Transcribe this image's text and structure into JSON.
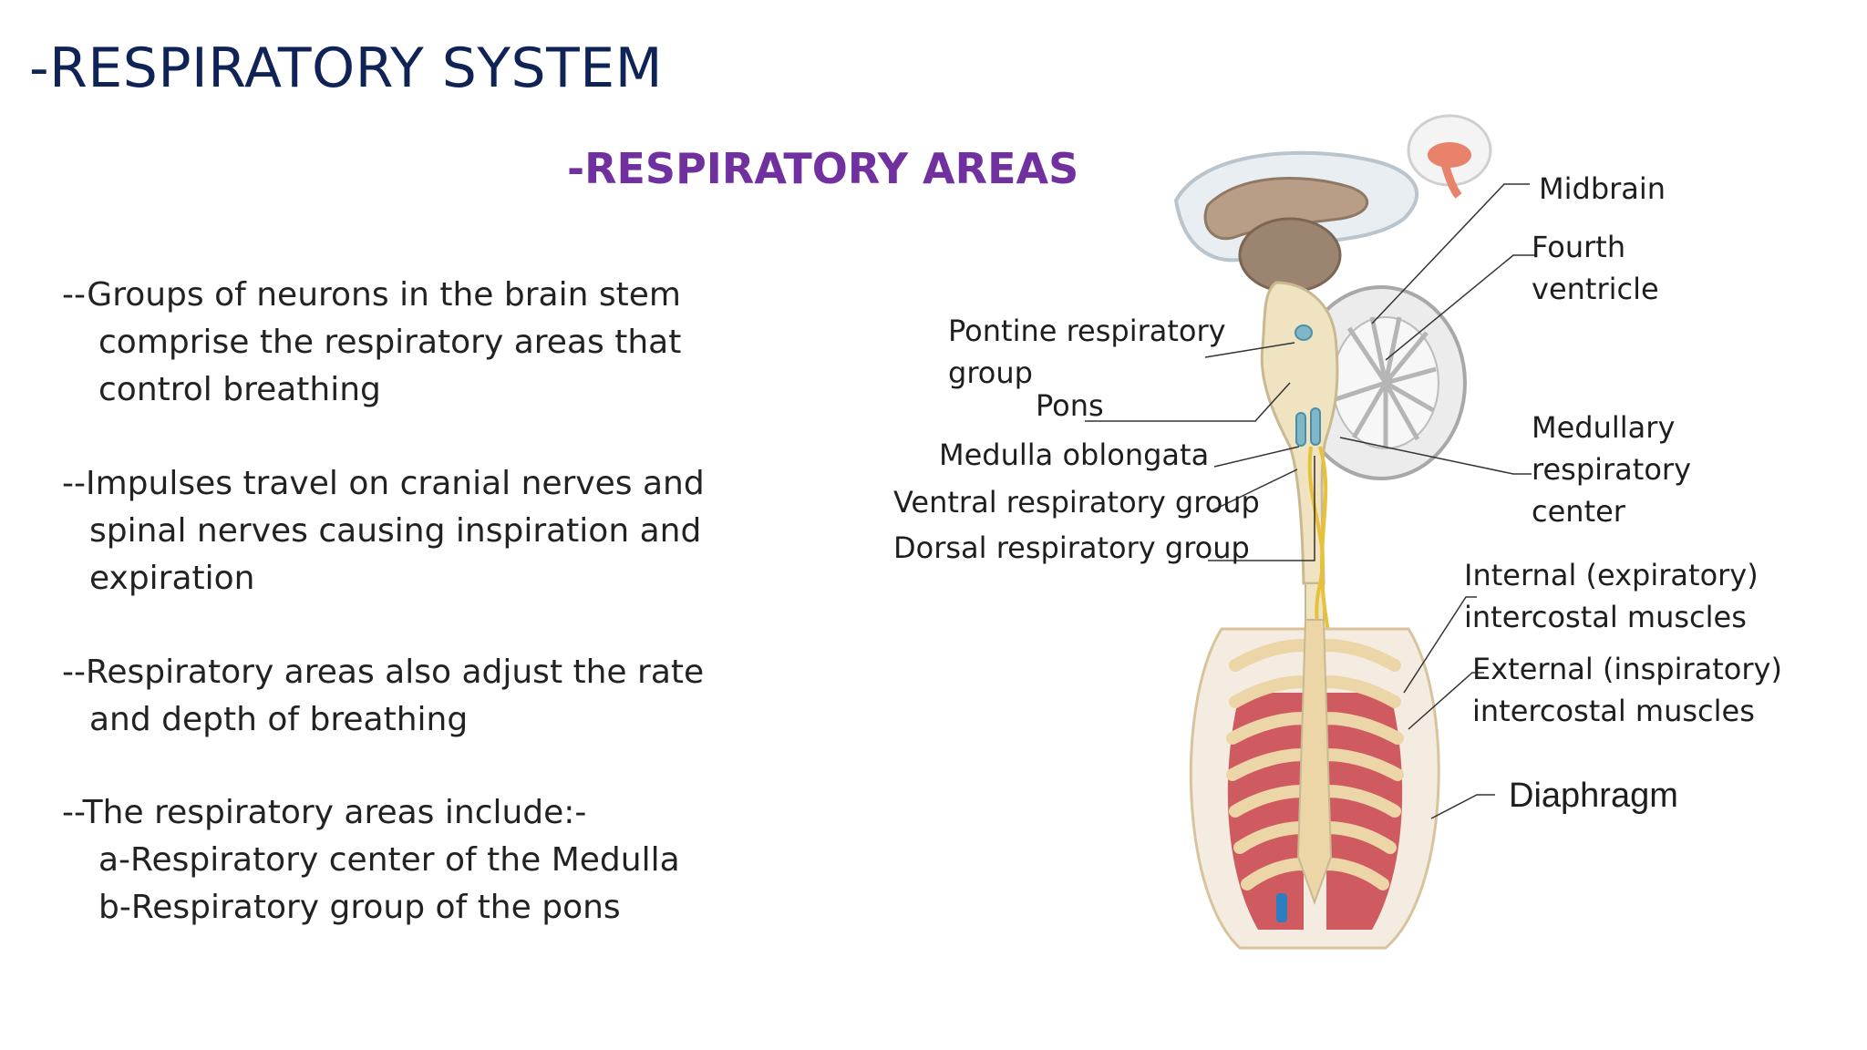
{
  "slide": {
    "title": "-RESPIRATORY SYSTEM",
    "subtitle": "-RESPIRATORY AREAS"
  },
  "body": {
    "para1": [
      "--Groups of neurons in the brain stem",
      "comprise the respiratory areas that",
      "control breathing"
    ],
    "para2": [
      "--Impulses travel on cranial nerves and",
      "spinal nerves causing inspiration and",
      "expiration"
    ],
    "para3": [
      "--Respiratory areas also adjust the rate",
      "and depth of breathing"
    ],
    "para4": [
      "--The respiratory areas include:-",
      "a-Respiratory center of the Medulla",
      "b-Respiratory group of the pons"
    ]
  },
  "figure": {
    "labels": {
      "midbrain": "Midbrain",
      "fourth_ventricle": [
        "Fourth",
        "ventricle"
      ],
      "pontine": [
        "Pontine respiratory",
        "group"
      ],
      "pons": "Pons",
      "medulla_oblongata": "Medulla oblongata",
      "ventral": "Ventral respiratory group",
      "dorsal": "Dorsal respiratory group",
      "medullary_center": [
        "Medullary",
        "respiratory",
        "center"
      ],
      "internal": [
        "Internal (expiratory)",
        "intercostal muscles"
      ],
      "external": [
        "External (inspiratory)",
        "intercostal muscles"
      ],
      "diaphragm": "Diaphragm"
    },
    "colors": {
      "muscle": "#c8424a",
      "bone": "#ecd6a8",
      "brainstem": "#efe3c2",
      "nerve": "#e8c13a",
      "nucleus": "#7fb7c9"
    }
  }
}
